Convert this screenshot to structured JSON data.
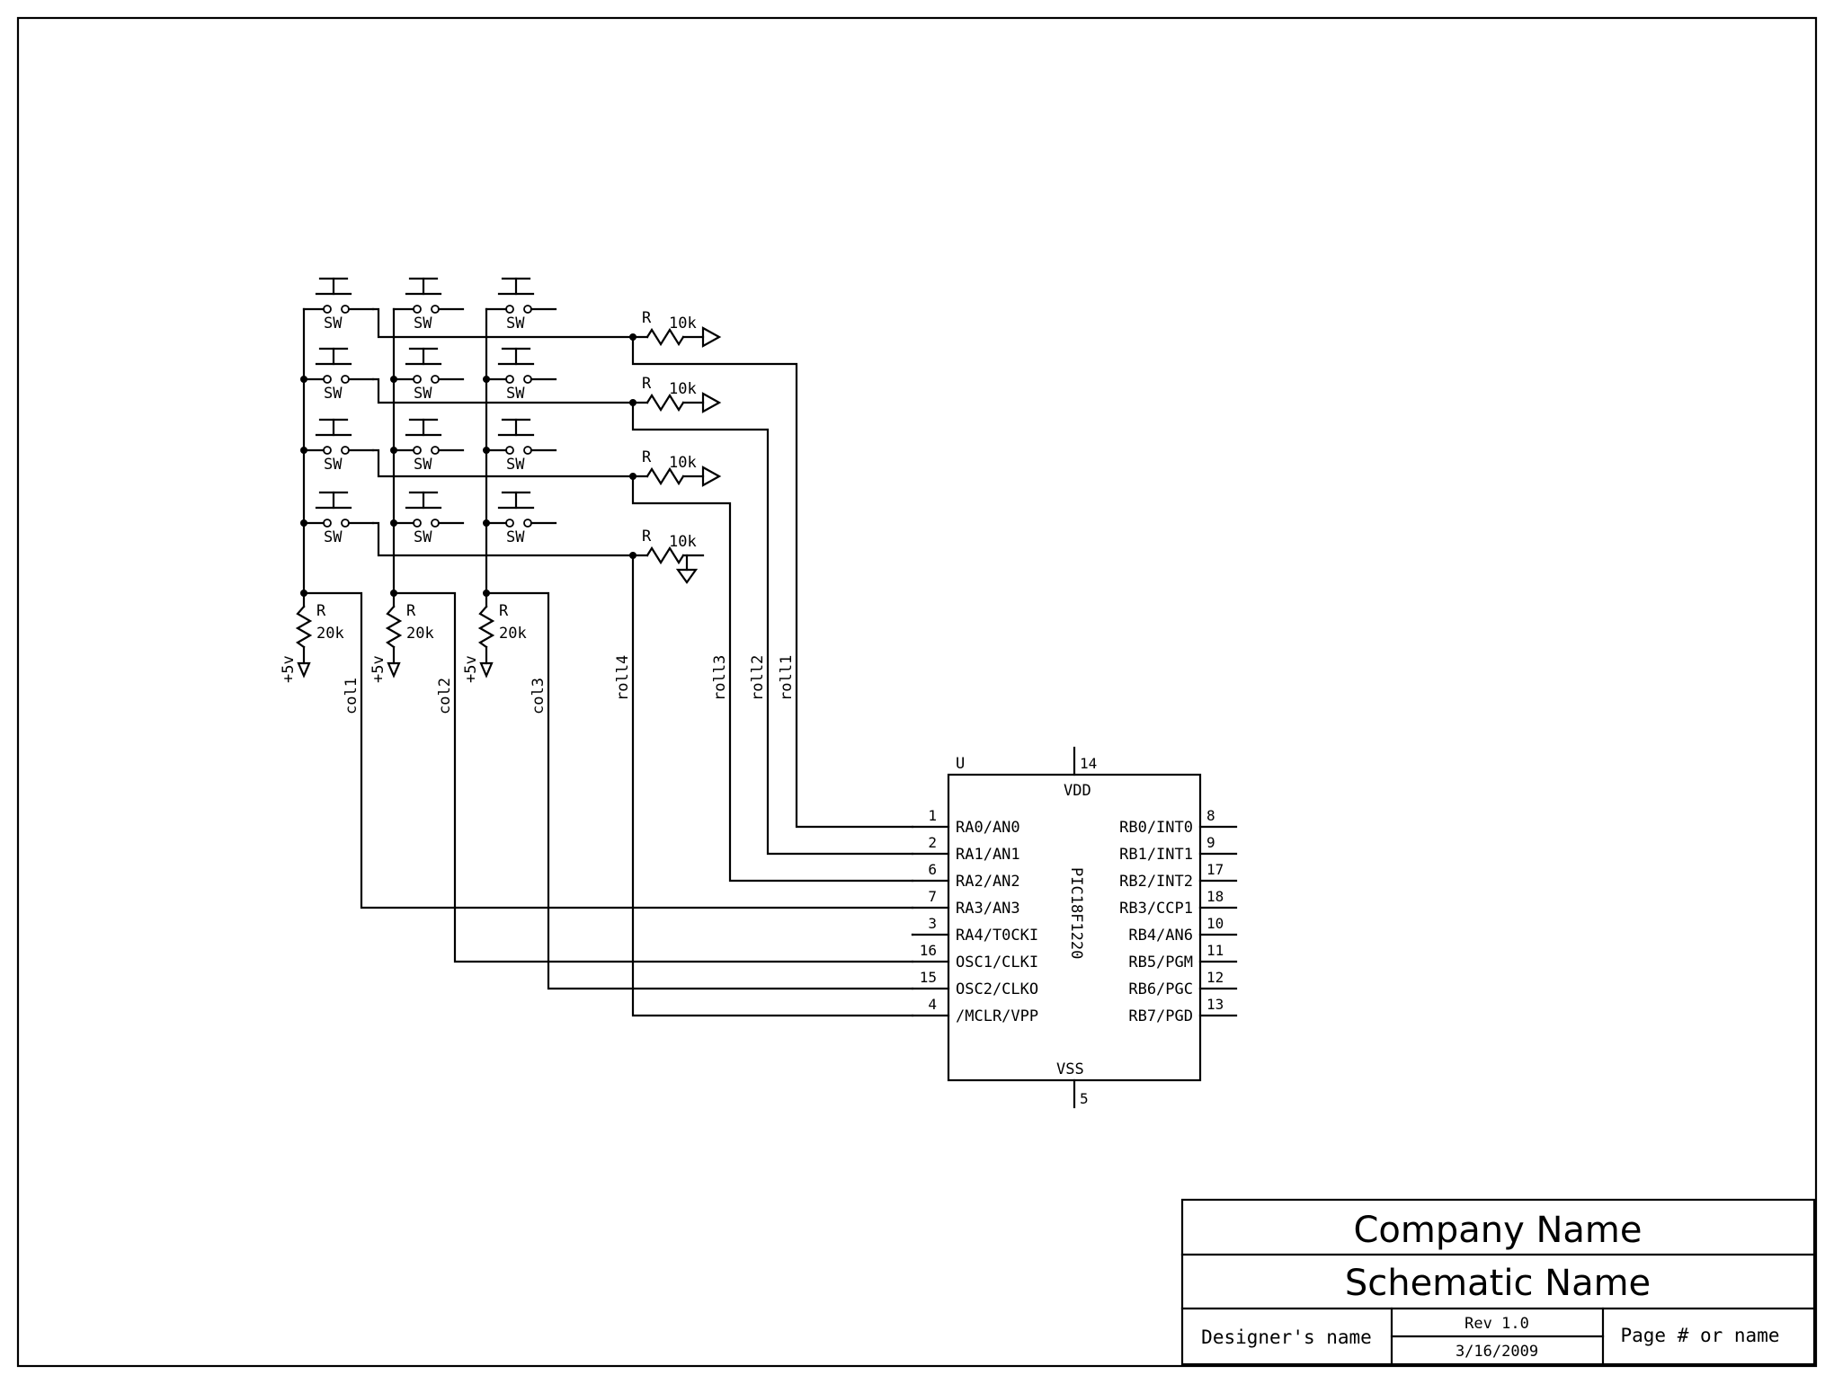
{
  "switch_label": "SW",
  "resistor_prefix": "R",
  "row_resistor_value": "10k",
  "col_resistor_value": "20k",
  "supply_label": "+5v",
  "columns": [
    "col1",
    "col2",
    "col3"
  ],
  "rows": [
    "roll1",
    "roll2",
    "roll3",
    "roll4"
  ],
  "chip": {
    "ref": "U",
    "part": "PIC18F1220",
    "vdd": "VDD",
    "vss": "VSS",
    "vdd_pin": "14",
    "vss_pin": "5",
    "left_pins": [
      {
        "num": "1",
        "name": "RA0/AN0"
      },
      {
        "num": "2",
        "name": "RA1/AN1"
      },
      {
        "num": "6",
        "name": "RA2/AN2"
      },
      {
        "num": "7",
        "name": "RA3/AN3"
      },
      {
        "num": "3",
        "name": "RA4/T0CKI"
      },
      {
        "num": "16",
        "name": "OSC1/CLKI"
      },
      {
        "num": "15",
        "name": "OSC2/CLKO"
      },
      {
        "num": "4",
        "name": "/MCLR/VPP"
      }
    ],
    "right_pins": [
      {
        "num": "8",
        "name": "RB0/INT0"
      },
      {
        "num": "9",
        "name": "RB1/INT1"
      },
      {
        "num": "17",
        "name": "RB2/INT2"
      },
      {
        "num": "18",
        "name": "RB3/CCP1"
      },
      {
        "num": "10",
        "name": "RB4/AN6"
      },
      {
        "num": "11",
        "name": "RB5/PGM"
      },
      {
        "num": "12",
        "name": "RB6/PGC"
      },
      {
        "num": "13",
        "name": "RB7/PGD"
      }
    ]
  },
  "title_block": {
    "company": "Company Name",
    "schematic": "Schematic Name",
    "designer": "Designer's name",
    "rev": "Rev 1.0",
    "date": "3/16/2009",
    "page": "Page # or name"
  }
}
